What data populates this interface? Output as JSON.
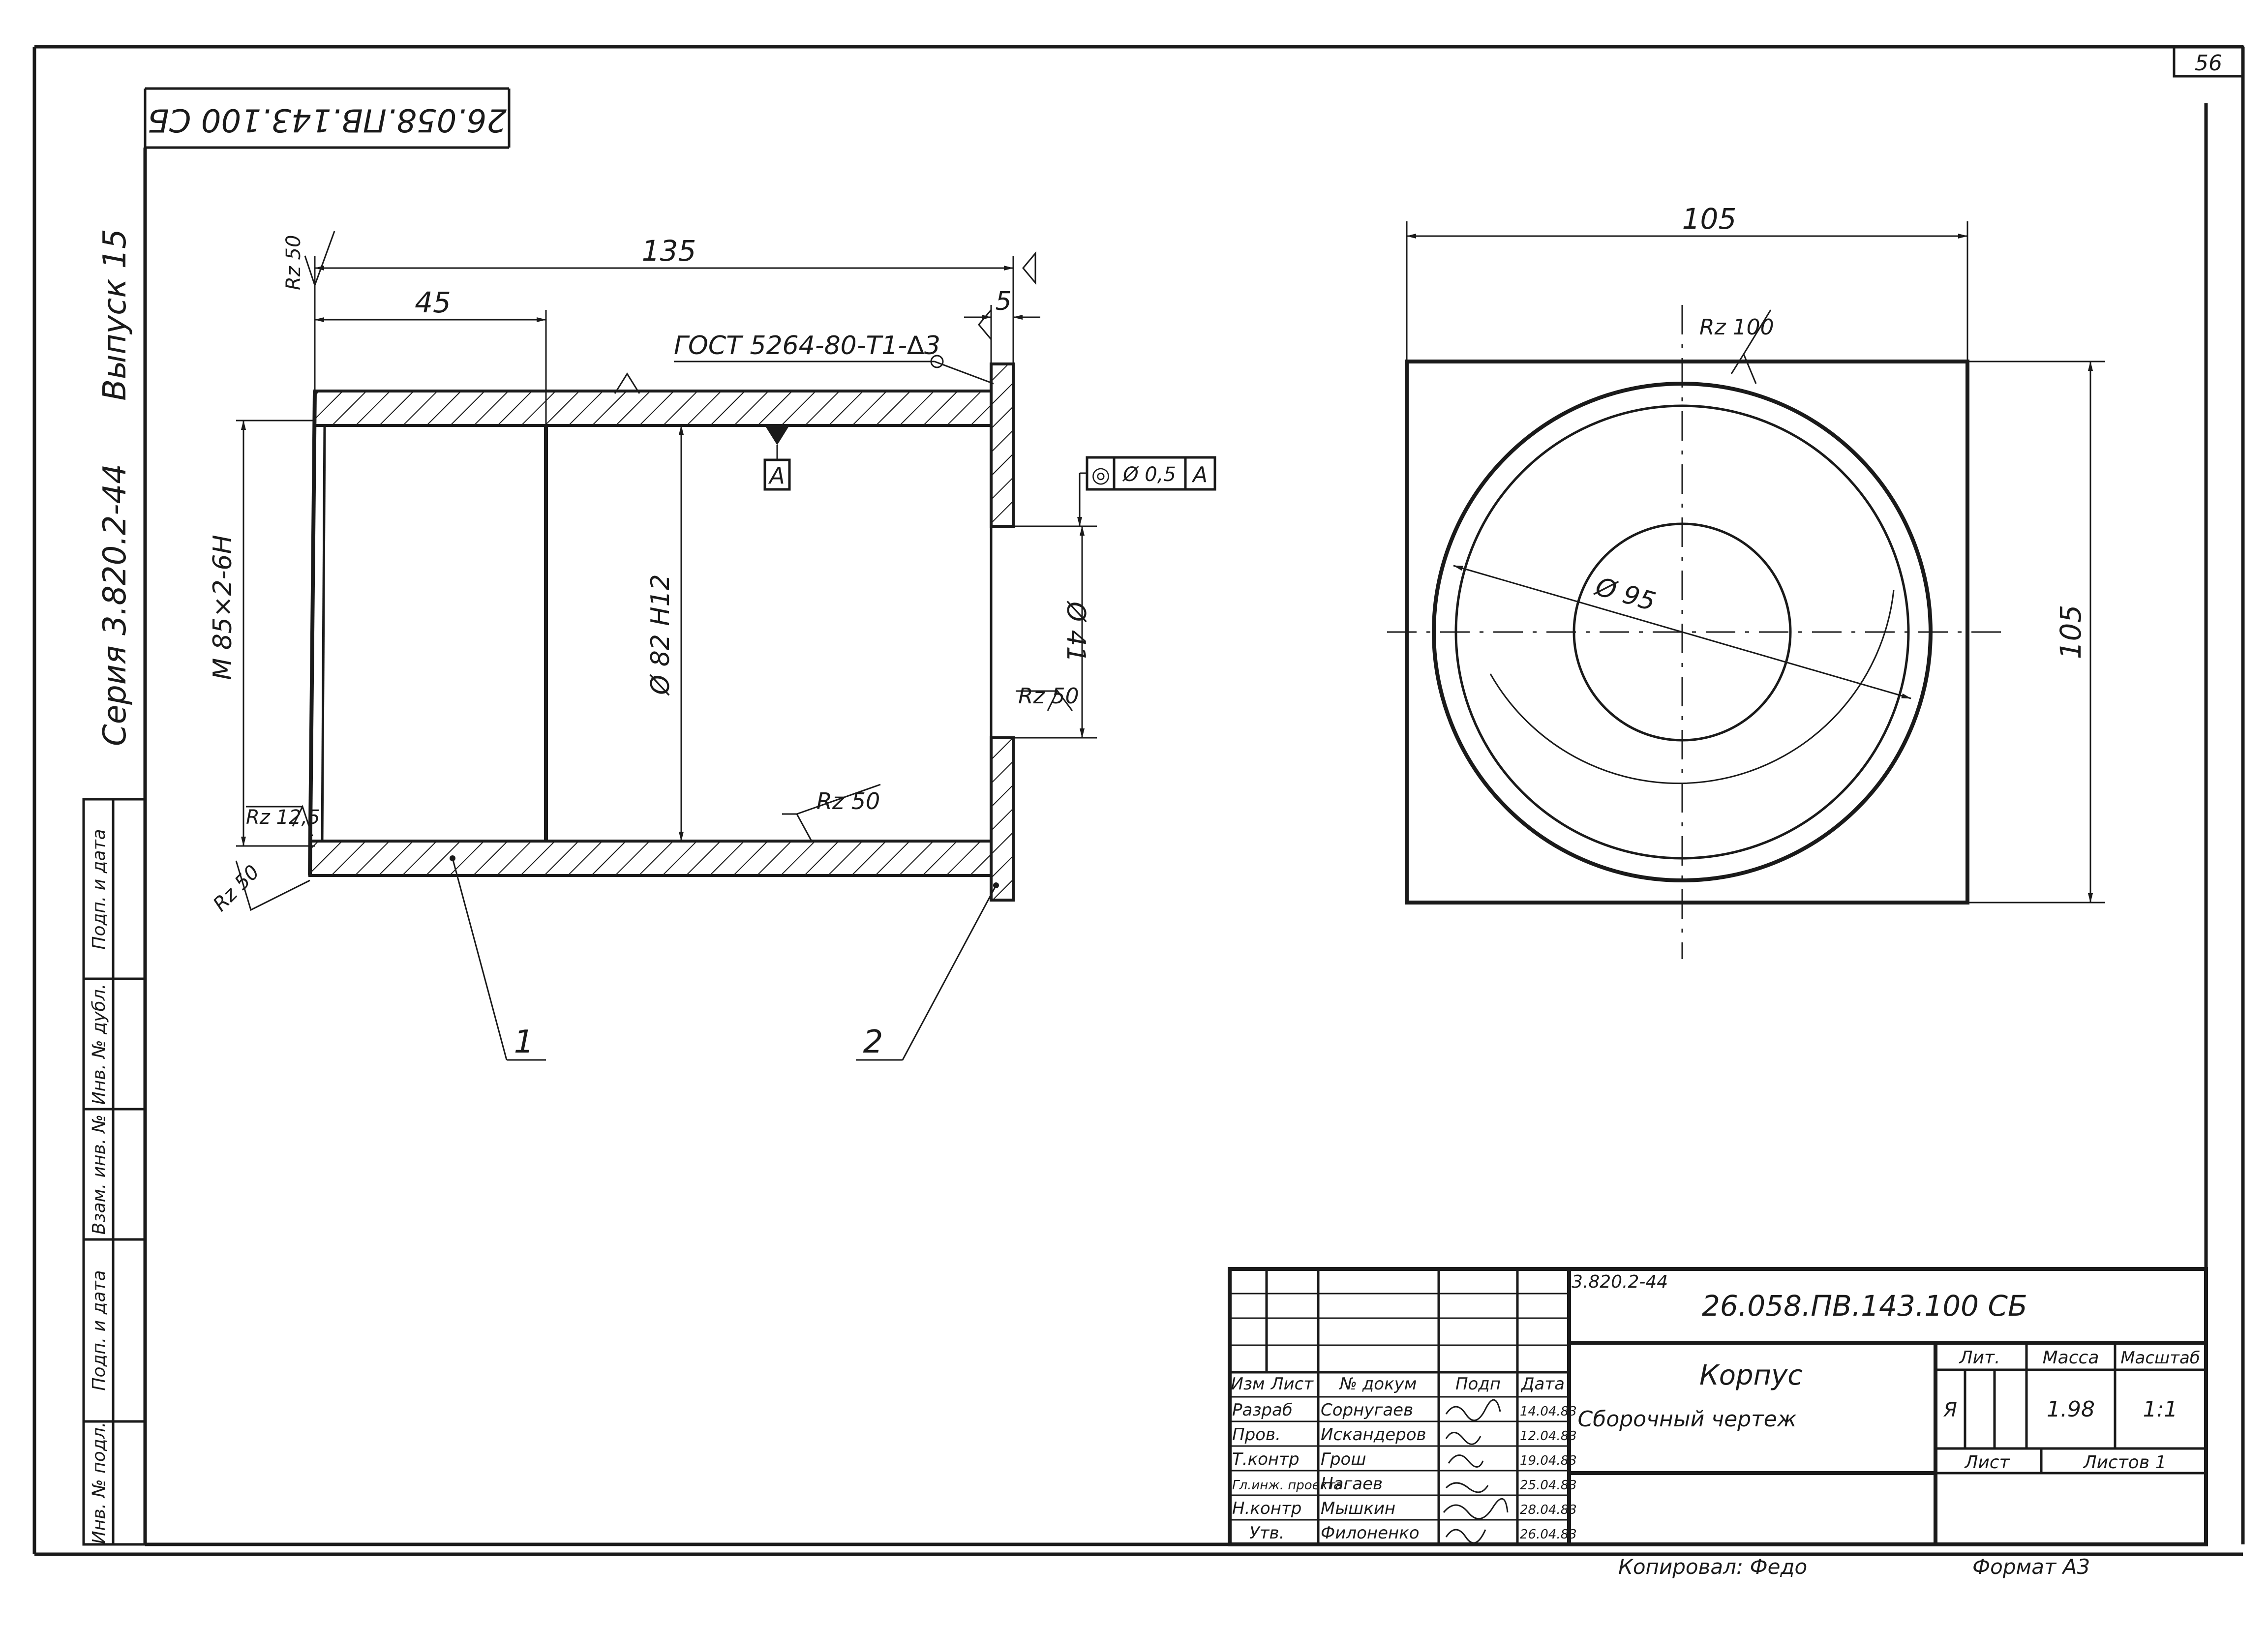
{
  "sheet_number": "56",
  "rotated_code": "26.058.ПВ.143.100 СБ",
  "side": {
    "vypusk": "Выпуск 15",
    "seriya": "Серия 3.820.2-44"
  },
  "margin_stamp": [
    "Инв. № подл.",
    "Подп. и дата",
    "Взам. инв. №",
    "Инв. № дубл.",
    "Подп. и дата"
  ],
  "section_view": {
    "dim_overall": "135",
    "dim_left": "45",
    "dim_right": "5",
    "weld_callout": "ГОСТ 5264-80-Т1-∆3",
    "datum": "A",
    "tolerance_symbol": "◎",
    "tolerance_value": "Ø 0,5",
    "tolerance_datum": "A",
    "thread": "M 85×2-6H",
    "bore": "Ø 82 H12",
    "small_dia": "Ø 41",
    "rz_top_left": "Rz 50",
    "rz_mid_bottom": "Rz 50",
    "rz_right": "Rz 50",
    "rz_inner": "Rz 12,5",
    "rz_bottom_left": "Rz 50",
    "leader_1": "1",
    "leader_2": "2"
  },
  "plan_view": {
    "dim_width": "105",
    "dim_height": "105",
    "diameter": "Ø 95",
    "rz": "Rz 100"
  },
  "title_block": {
    "series": "3.820.2-44",
    "designation": "26.058.ПВ.143.100 СБ",
    "name_line1": "Корпус",
    "name_line2": "Сборочный чертеж",
    "headers": {
      "izm": "Изм",
      "list": "Лист",
      "doc": "№ докум",
      "podp": "Подп",
      "date": "Дата",
      "lit": "Лит.",
      "mass": "Масса",
      "scale": "Масштаб",
      "sheet": "Лист",
      "sheets": "Листов 1"
    },
    "lit_value": "Я",
    "mass_value": "1.98",
    "scale_value": "1:1",
    "rows": [
      {
        "role": "Разраб",
        "name": "Сорнугаев",
        "date": "14.04.83"
      },
      {
        "role": "Пров.",
        "name": "Искандеров",
        "date": "12.04.83"
      },
      {
        "role": "Т.контр",
        "name": "Грош",
        "date": "19.04.83"
      },
      {
        "role": "Гл.инж. проекта",
        "name": "Нагаев",
        "date": "25.04.83"
      },
      {
        "role": "Н.контр",
        "name": "Мышкин",
        "date": "28.04.83"
      },
      {
        "role": "Утв.",
        "name": "Филоненко",
        "date": "26.04.83"
      }
    ],
    "copied": "Копировал: Федо",
    "format": "Формат А3"
  }
}
